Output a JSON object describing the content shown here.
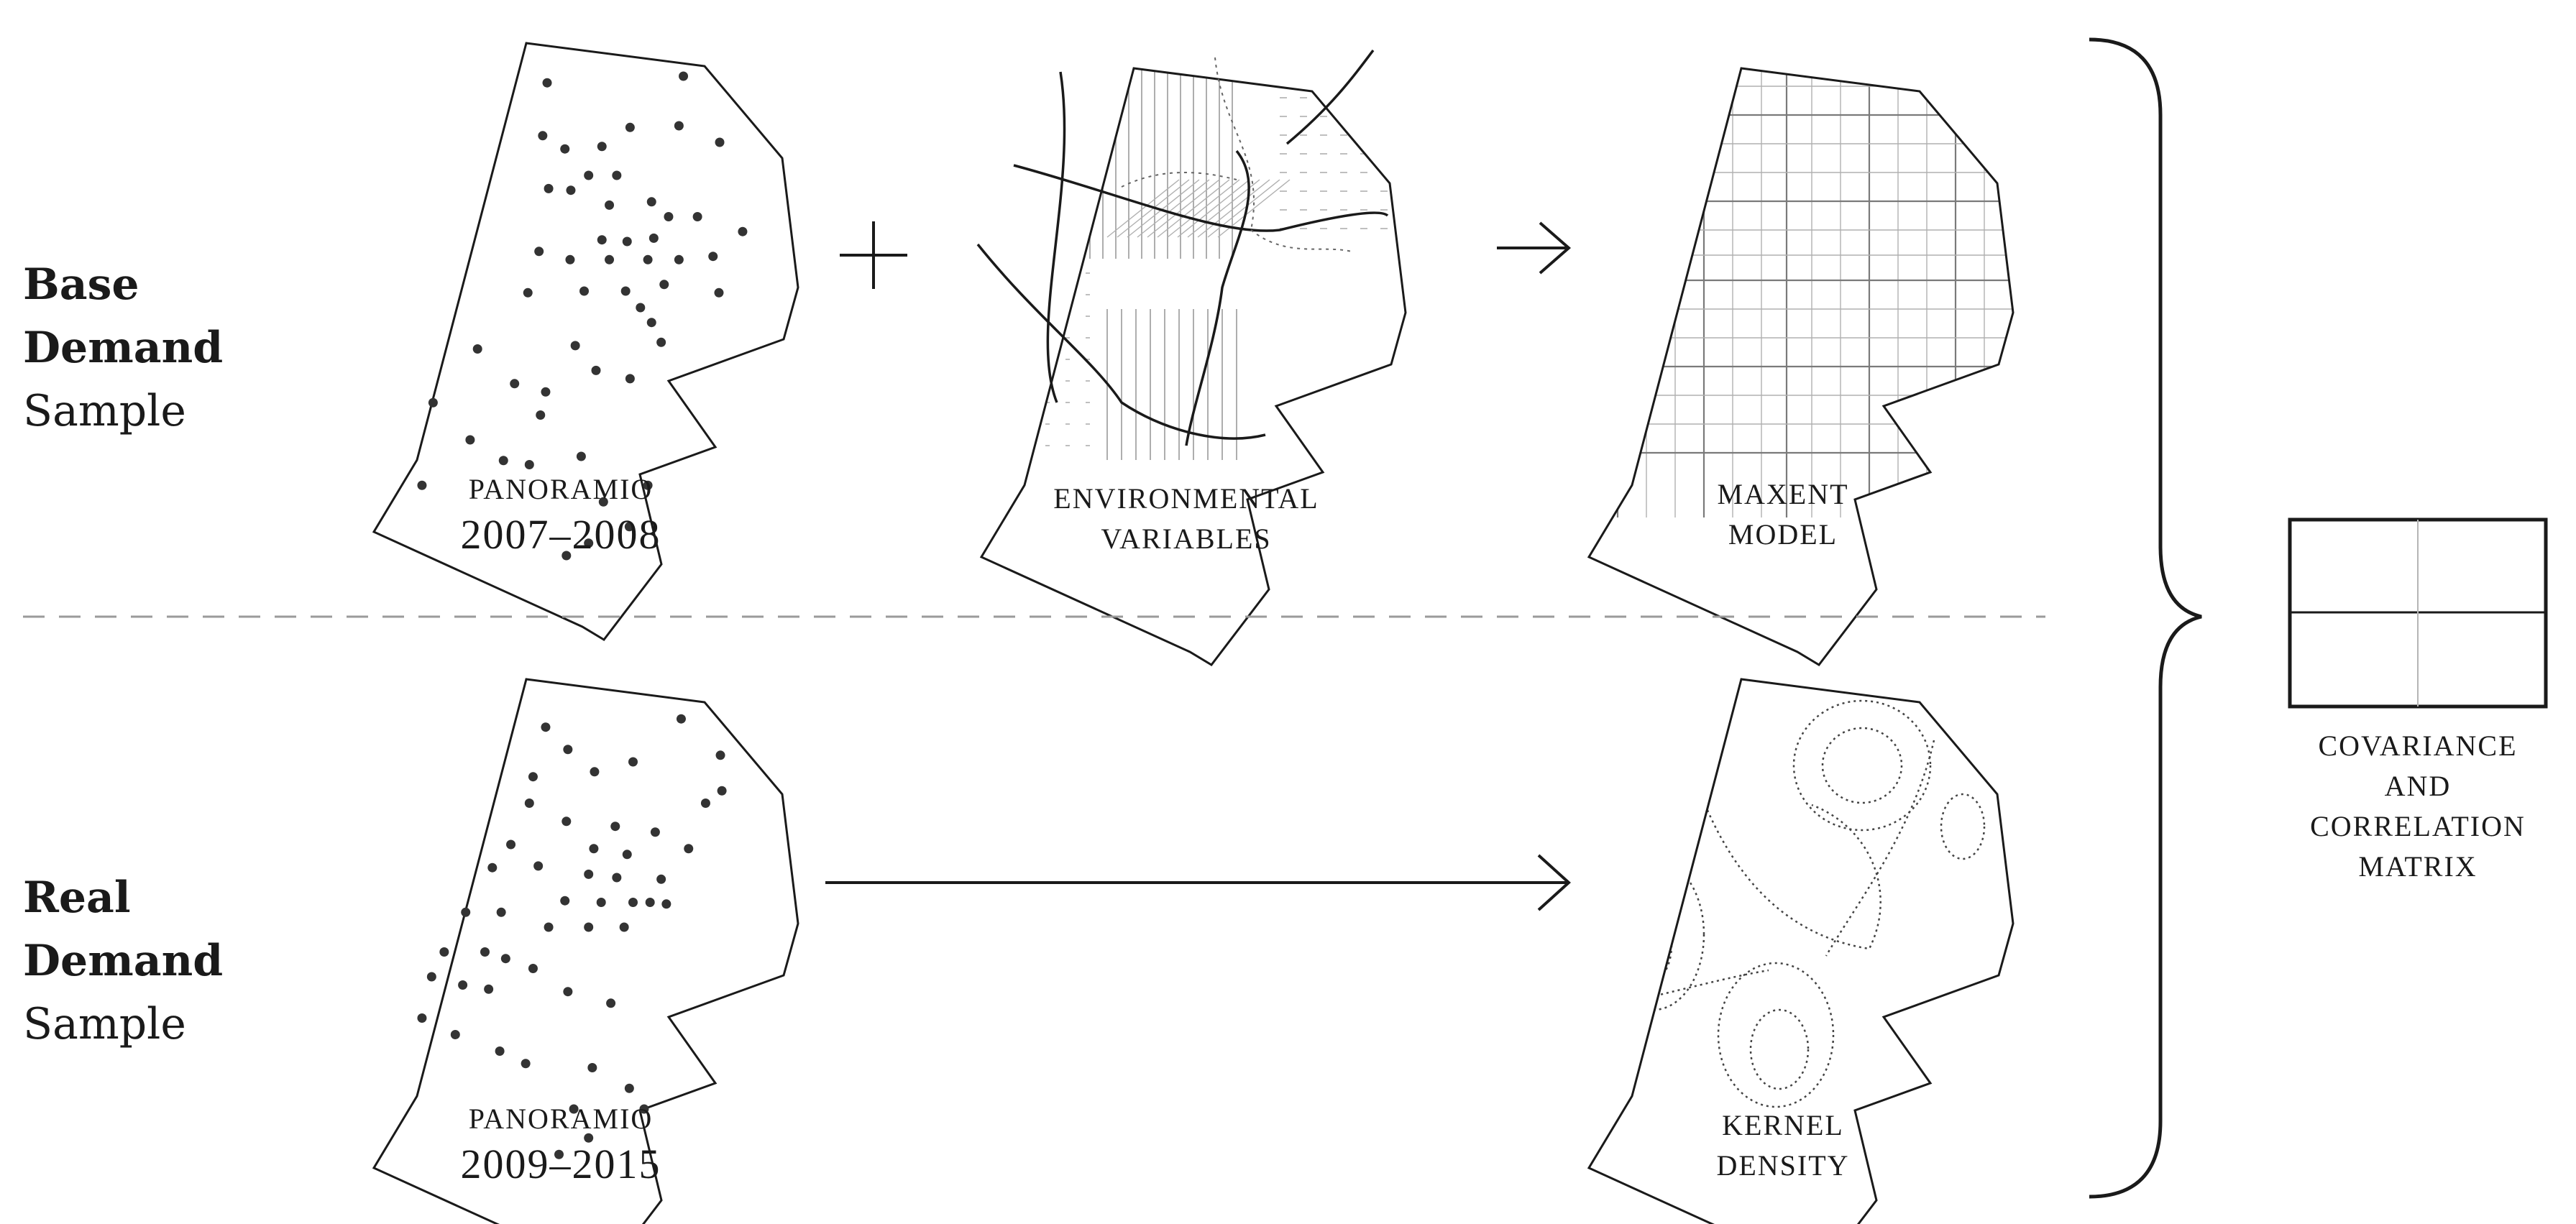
{
  "rows": {
    "base": {
      "line1": "Base",
      "line2": "Demand",
      "line3": "Sample"
    },
    "real": {
      "line1": "Real",
      "line2": "Demand",
      "line3": "Sample"
    }
  },
  "captions": {
    "panoramio_base": {
      "name": "PANORAMIO",
      "years": "2007–2008"
    },
    "environmental": {
      "line1": "ENVIRONMENTAL",
      "line2": "VARIABLES"
    },
    "maxent": {
      "line1": "MAXENT",
      "line2": "MODEL"
    },
    "panoramio_real": {
      "name": "PANORAMIO",
      "years": "2009–2015"
    },
    "kernel": {
      "line1": "KERNEL",
      "line2": "DENSITY"
    },
    "matrix": {
      "line1": "COVARIANCE",
      "line2": "AND",
      "line3": "CORRELATION",
      "line4": "MATRIX"
    }
  },
  "colors": {
    "ink": "#1a1a1a",
    "grid": "#8a8a8a",
    "dash": "#9a9a9a"
  }
}
